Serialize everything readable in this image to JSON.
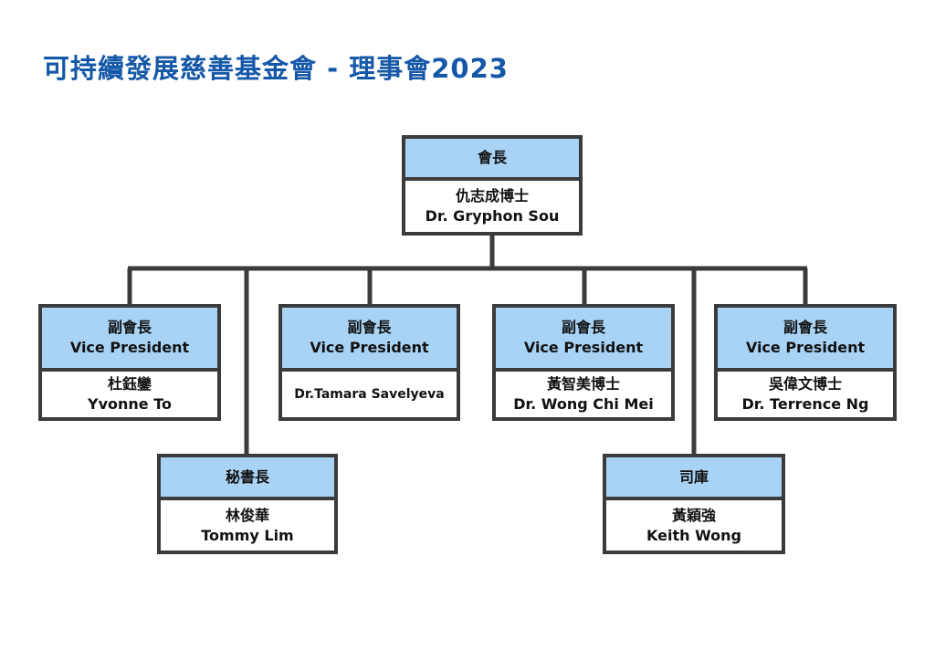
{
  "title": "可持續發展慈善基金會 - 理事會2023",
  "colors": {
    "title": "#1658a8",
    "header_fill": "#a9d3f5",
    "border": "#3b3b3b"
  },
  "org": {
    "president": {
      "role": "會長",
      "name_zh": "仇志成博士",
      "name_en": "Dr. Gryphon Sou"
    },
    "vp1": {
      "role_zh": "副會長",
      "role_en": "Vice President",
      "name_zh": "杜鈺鑾",
      "name_en": "Yvonne To"
    },
    "vp2": {
      "role_zh": "副會長",
      "role_en": "Vice President",
      "name_en": "Dr.Tamara Savelyeva"
    },
    "vp3": {
      "role_zh": "副會長",
      "role_en": "Vice President",
      "name_zh": "黃智美博士",
      "name_en": "Dr. Wong Chi Mei"
    },
    "vp4": {
      "role_zh": "副會長",
      "role_en": "Vice President",
      "name_zh": "吳偉文博士",
      "name_en": "Dr. Terrence Ng"
    },
    "secretary": {
      "role": "秘書長",
      "name_zh": "林俊華",
      "name_en": "Tommy Lim"
    },
    "treasurer": {
      "role": "司庫",
      "name_zh": "黃穎強",
      "name_en": "Keith Wong"
    }
  }
}
